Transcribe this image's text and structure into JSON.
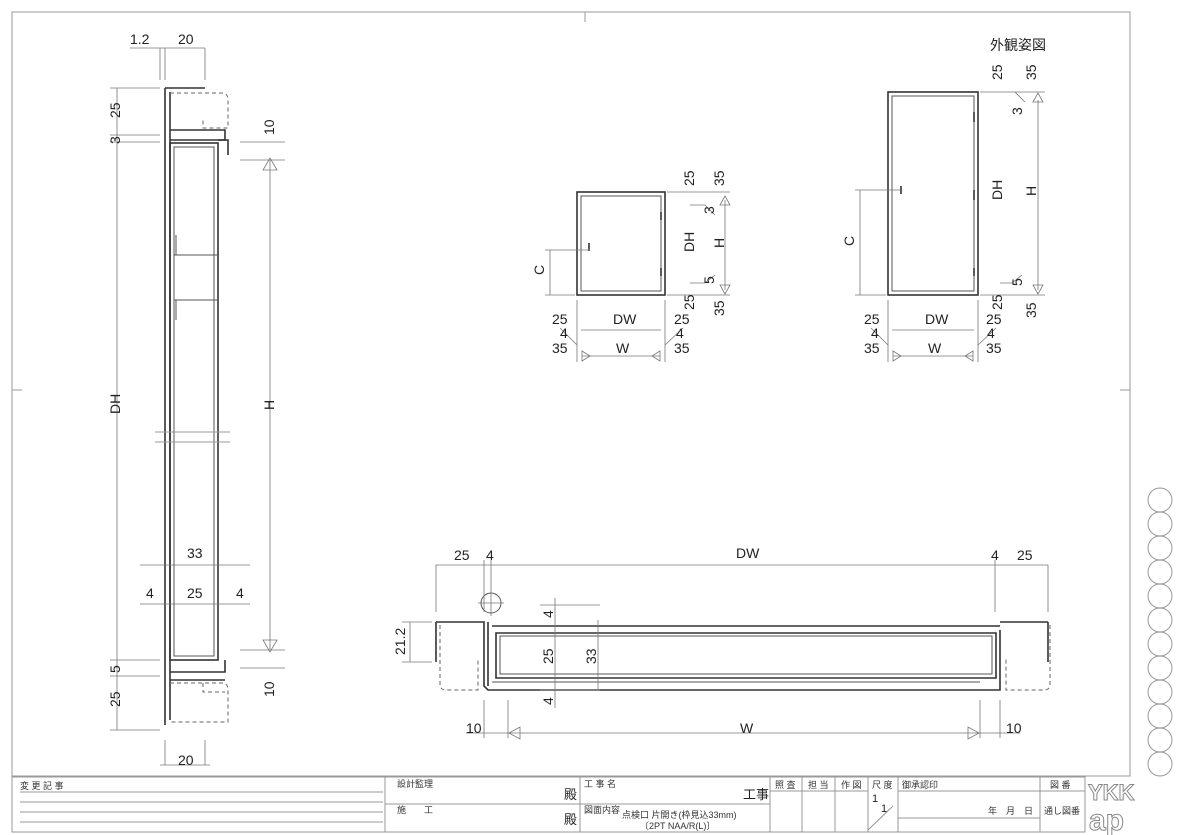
{
  "drawing": {
    "view_title": "外観姿図",
    "section_view": {
      "top": [
        "1.2",
        "20"
      ],
      "left": [
        "25",
        "3",
        "DH",
        "5",
        "25"
      ],
      "right": [
        "10",
        "H",
        "10"
      ],
      "middle": [
        "33",
        "4",
        "25",
        "4"
      ],
      "bottom": "20"
    },
    "small_elevation": {
      "c": "C",
      "right": [
        "25",
        "35",
        "3",
        "DH",
        "H",
        "5",
        "25",
        "35"
      ],
      "bottom": [
        "25",
        "DW",
        "25",
        "4",
        "4",
        "35",
        "W",
        "35"
      ]
    },
    "large_elevation": {
      "c": "C",
      "right": [
        "25",
        "35",
        "3",
        "DH",
        "H",
        "5",
        "25",
        "35"
      ],
      "bottom": [
        "25",
        "DW",
        "25",
        "4",
        "4",
        "35",
        "W",
        "35"
      ]
    },
    "plan_view": {
      "top": [
        "25",
        "4",
        "DW",
        "4",
        "25"
      ],
      "height": "21.2",
      "inner": [
        "4",
        "25",
        "33",
        "4"
      ],
      "bottom": [
        "10",
        "W",
        "10"
      ]
    }
  },
  "title_block": {
    "change_record": "変 更 記 事",
    "design_supervision": "設計監理",
    "construction": "施　　工",
    "honorific": "殿",
    "project_name_label": "工 事 名",
    "project_suffix": "工事",
    "drawing_content_label": "図面内容",
    "drawing_content": "点検口 片開き(枠見込33mm)",
    "drawing_content_sub": "〔2PT NAA/R(L)〕",
    "check": "照 査",
    "charge": "担 当",
    "drafted": "作 図",
    "scale_label": "尺 度",
    "scale_num": "1",
    "scale_den": "1",
    "approval": "御承認印",
    "date": "年　月　日",
    "drawing_no_label": "図 番",
    "serial_no_label": "通し図番",
    "logo": "YKK ap"
  }
}
